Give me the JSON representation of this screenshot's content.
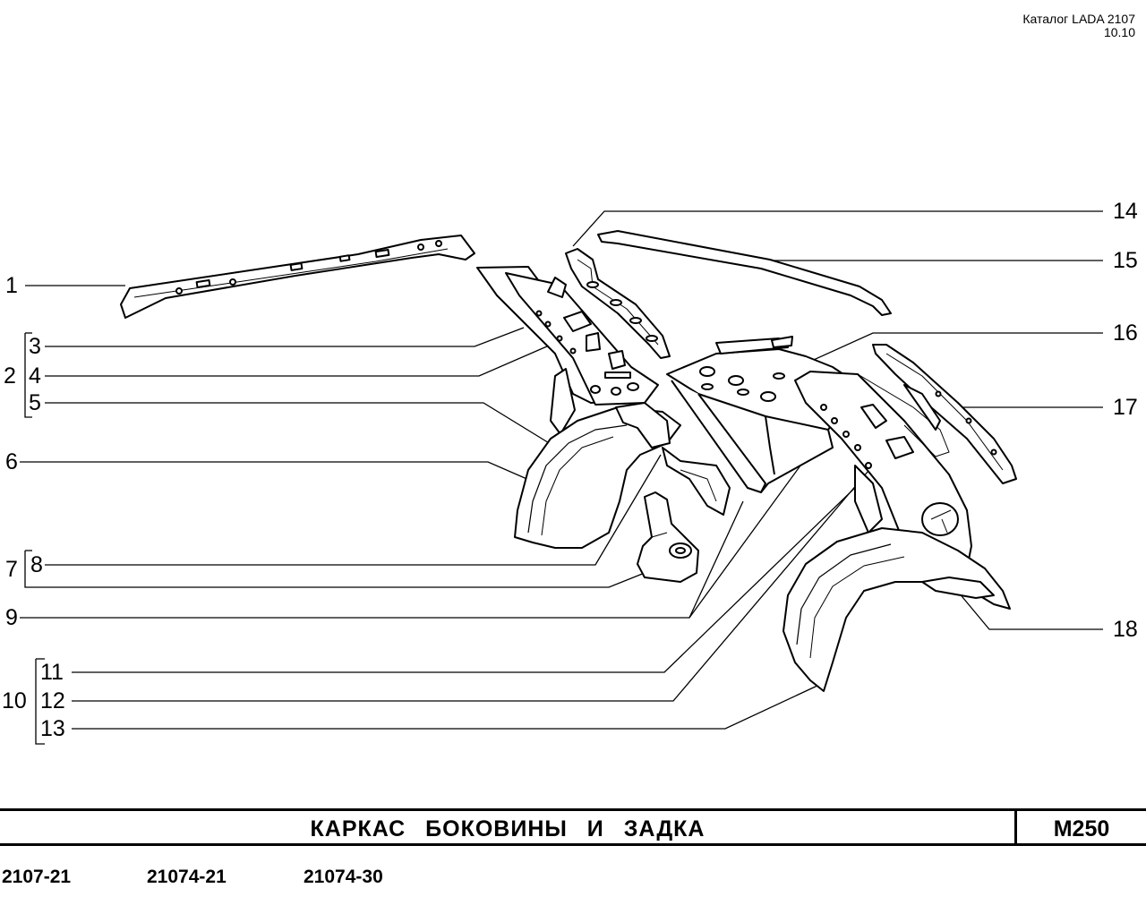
{
  "header": {
    "catalog": "Каталог LADA 2107",
    "date": "10.10"
  },
  "callouts": {
    "c1": "1",
    "c2": "2",
    "c3": "3",
    "c4": "4",
    "c5": "5",
    "c6": "6",
    "c7": "7",
    "c8": "8",
    "c9": "9",
    "c10": "10",
    "c11": "11",
    "c12": "12",
    "c13": "13",
    "c14": "14",
    "c15": "15",
    "c16": "16",
    "c17": "17",
    "c18": "18"
  },
  "title": {
    "text": "КАРКАС БОКОВИНЫ И ЗАДКА",
    "code": "M250"
  },
  "models": [
    "2107-21",
    "21074-21",
    "21074-30"
  ],
  "colors": {
    "ink": "#000000",
    "paper": "#ffffff"
  }
}
